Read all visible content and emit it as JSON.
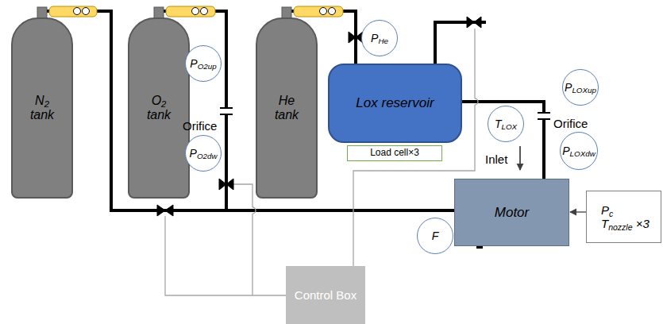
{
  "diagram": {
    "nodes": [
      {
        "text": [
          "N2 tank"
        ]
      },
      {
        "text": [
          "O2 tank"
        ]
      },
      {
        "text": [
          "He tank"
        ]
      },
      {
        "text": [
          "Lox reservoir"
        ]
      },
      {
        "text": [
          "Load cell×3"
        ]
      },
      {
        "text": [
          "Motor"
        ]
      },
      {
        "text": [
          "Control Box"
        ]
      },
      {
        "text": [
          "PO2up"
        ]
      },
      {
        "text": [
          "PO2dw"
        ]
      },
      {
        "text": [
          "PHe"
        ]
      },
      {
        "text": [
          "PLOXup"
        ]
      },
      {
        "text": [
          "TLOX"
        ]
      },
      {
        "text": [
          "PLOXdw"
        ]
      },
      {
        "text": [
          "F"
        ]
      },
      {
        "text": [
          "Pc",
          "Tnozzle ×3"
        ]
      }
    ],
    "edges": [
      {
        "from": 0,
        "to": 5,
        "arrow": "none"
      },
      {
        "from": 1,
        "to": 5,
        "arrow": "none"
      },
      {
        "from": 2,
        "to": 3,
        "arrow": "none"
      },
      {
        "from": 3,
        "to": 5,
        "arrow": "none"
      },
      {
        "from": 14,
        "to": 5,
        "arrow": "to"
      }
    ],
    "labels": [
      "Orifice",
      "Orifice",
      "Inlet"
    ]
  }
}
